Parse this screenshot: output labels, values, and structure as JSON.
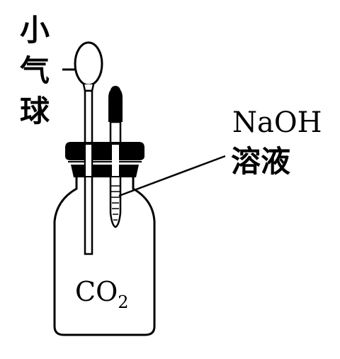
{
  "balloon_label": [
    "小",
    "气",
    "球"
  ],
  "reagent_label": {
    "line1": "NaOH",
    "line2": "溶液"
  },
  "gas_label": {
    "main": "CO",
    "subscript": "2"
  },
  "colors": {
    "ink": "#000000",
    "background": "#ffffff"
  }
}
